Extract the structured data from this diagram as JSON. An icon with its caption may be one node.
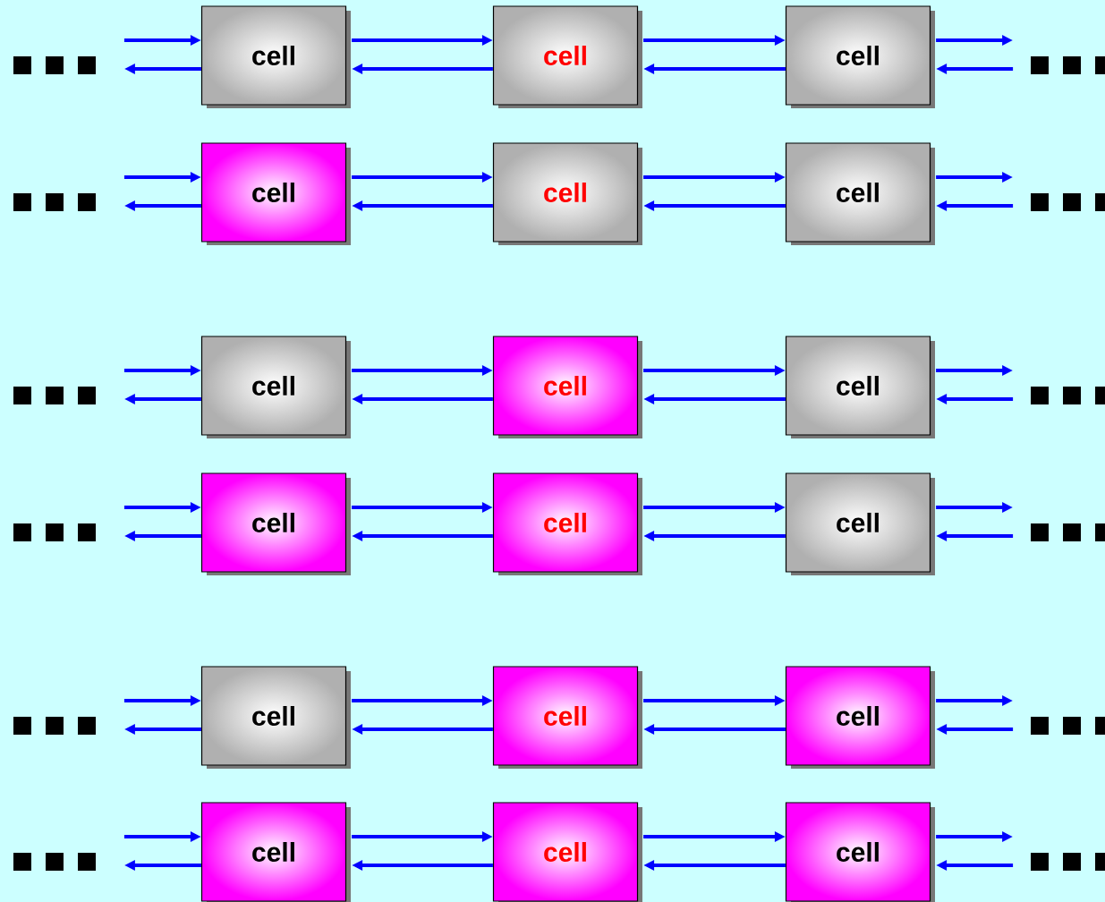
{
  "diagram": {
    "nodes": [
      {
        "text": [
          "cell"
        ]
      },
      {
        "text": [
          "cell"
        ]
      },
      {
        "text": [
          "cell"
        ]
      },
      {
        "text": [
          "cell"
        ]
      },
      {
        "text": [
          "cell"
        ]
      },
      {
        "text": [
          "cell"
        ]
      },
      {
        "text": [
          "cell"
        ]
      },
      {
        "text": [
          "cell"
        ]
      },
      {
        "text": [
          "cell"
        ]
      },
      {
        "text": [
          "cell"
        ]
      },
      {
        "text": [
          "cell"
        ]
      },
      {
        "text": [
          "cell"
        ]
      },
      {
        "text": [
          "cell"
        ]
      },
      {
        "text": [
          "cell"
        ]
      },
      {
        "text": [
          "cell"
        ]
      },
      {
        "text": [
          "cell"
        ]
      },
      {
        "text": [
          "cell"
        ]
      },
      {
        "text": [
          "cell"
        ]
      }
    ],
    "edges": [
      {
        "from": null,
        "to": 0,
        "arrow": "to"
      },
      {
        "from": 0,
        "to": null,
        "arrow": "to"
      },
      {
        "from": 0,
        "to": 1,
        "arrow": "to"
      },
      {
        "from": 1,
        "to": 0,
        "arrow": "to"
      },
      {
        "from": 1,
        "to": 2,
        "arrow": "to"
      },
      {
        "from": 2,
        "to": 1,
        "arrow": "to"
      },
      {
        "from": 2,
        "to": null,
        "arrow": "to"
      },
      {
        "from": null,
        "to": 2,
        "arrow": "to"
      },
      {
        "from": null,
        "to": 3,
        "arrow": "to"
      },
      {
        "from": 3,
        "to": null,
        "arrow": "to"
      },
      {
        "from": 3,
        "to": 4,
        "arrow": "to"
      },
      {
        "from": 4,
        "to": 3,
        "arrow": "to"
      },
      {
        "from": 4,
        "to": 5,
        "arrow": "to"
      },
      {
        "from": 5,
        "to": 4,
        "arrow": "to"
      },
      {
        "from": 5,
        "to": null,
        "arrow": "to"
      },
      {
        "from": null,
        "to": 5,
        "arrow": "to"
      },
      {
        "from": null,
        "to": 6,
        "arrow": "to"
      },
      {
        "from": 6,
        "to": null,
        "arrow": "to"
      },
      {
        "from": 6,
        "to": 7,
        "arrow": "to"
      },
      {
        "from": 7,
        "to": 6,
        "arrow": "to"
      },
      {
        "from": 7,
        "to": 8,
        "arrow": "to"
      },
      {
        "from": 8,
        "to": 7,
        "arrow": "to"
      },
      {
        "from": 8,
        "to": null,
        "arrow": "to"
      },
      {
        "from": null,
        "to": 8,
        "arrow": "to"
      },
      {
        "from": null,
        "to": 9,
        "arrow": "to"
      },
      {
        "from": 9,
        "to": null,
        "arrow": "to"
      },
      {
        "from": 9,
        "to": 10,
        "arrow": "to"
      },
      {
        "from": 10,
        "to": 9,
        "arrow": "to"
      },
      {
        "from": 10,
        "to": 11,
        "arrow": "to"
      },
      {
        "from": 11,
        "to": 10,
        "arrow": "to"
      },
      {
        "from": 11,
        "to": null,
        "arrow": "to"
      },
      {
        "from": null,
        "to": 11,
        "arrow": "to"
      },
      {
        "from": null,
        "to": 12,
        "arrow": "to"
      },
      {
        "from": 12,
        "to": null,
        "arrow": "to"
      },
      {
        "from": 12,
        "to": 13,
        "arrow": "to"
      },
      {
        "from": 13,
        "to": 12,
        "arrow": "to"
      },
      {
        "from": 13,
        "to": 14,
        "arrow": "to"
      },
      {
        "from": 14,
        "to": 13,
        "arrow": "to"
      },
      {
        "from": 14,
        "to": null,
        "arrow": "to"
      },
      {
        "from": null,
        "to": 14,
        "arrow": "to"
      },
      {
        "from": null,
        "to": 15,
        "arrow": "to"
      },
      {
        "from": 15,
        "to": null,
        "arrow": "to"
      },
      {
        "from": 15,
        "to": 16,
        "arrow": "to"
      },
      {
        "from": 16,
        "to": 15,
        "arrow": "to"
      },
      {
        "from": 16,
        "to": 17,
        "arrow": "to"
      },
      {
        "from": 17,
        "to": 16,
        "arrow": "to"
      },
      {
        "from": 17,
        "to": null,
        "arrow": "to"
      },
      {
        "from": null,
        "to": 17,
        "arrow": "to"
      }
    ]
  }
}
